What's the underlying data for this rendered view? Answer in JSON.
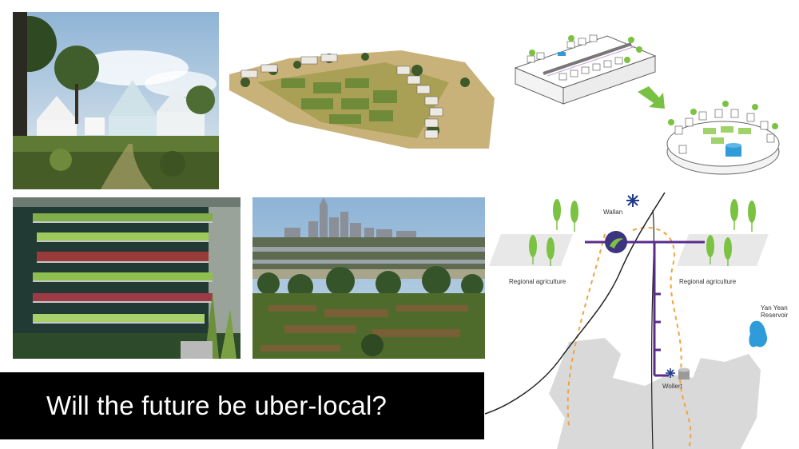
{
  "slide": {
    "title": "Will the future be uber-local?"
  },
  "map": {
    "labels": {
      "wallan": "Wallan",
      "regional_agriculture_left": "Regional agriculture",
      "regional_agriculture_right": "Regional agriculture",
      "yan_yean_line1": "Yan Yean",
      "yan_yean_line2": "Reservoir",
      "wollert": "Wollert"
    }
  },
  "colors": {
    "title_bar": "#000000",
    "title_text": "#ffffff",
    "pipeline": "#5a2d8c",
    "boundary_dash": "#f2a33a",
    "crop_green": "#7cc242",
    "reservoir": "#2f9bd8",
    "urban_gray": "#d9d9d9",
    "arrow_green": "#79c143"
  },
  "icons": [
    "leaf-icon",
    "wind-turbine-icon",
    "bird-logo-icon",
    "water-tank-icon",
    "wheat-icon",
    "arrow-icon"
  ]
}
